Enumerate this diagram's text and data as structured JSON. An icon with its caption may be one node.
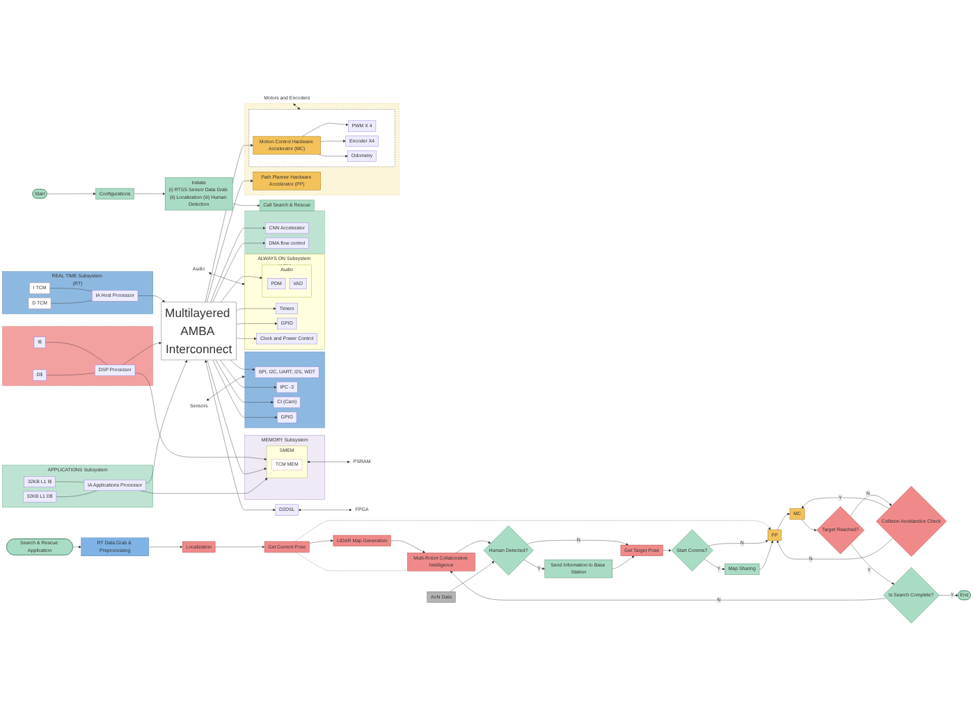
{
  "diagram": {
    "nodes": [
      {
        "text": [],
        "shape": "box"
      },
      {
        "text": [
          "SPI, I2C, UART, I2S, WDT"
        ],
        "in": 0
      },
      {
        "text": [
          "IPC -3"
        ],
        "in": 0
      },
      {
        "text": [
          "CI (Cam)"
        ],
        "in": 0
      },
      {
        "text": [
          "GPIO"
        ],
        "in": 0
      },
      {
        "text": [
          "Sensors"
        ]
      },
      {
        "text": [
          "ALWAYS ON Subsystem (AON)"
        ]
      },
      {
        "text": [
          "Timers"
        ],
        "in": 6
      },
      {
        "text": [
          "GPIO"
        ],
        "in": 6
      },
      {
        "text": [
          "Clock and Power Control"
        ],
        "in": 6
      },
      {
        "text": [
          "Audio"
        ],
        "in": 6
      },
      {
        "text": [
          "PDM"
        ],
        "in": 10
      },
      {
        "text": [
          "VAD"
        ],
        "in": 10
      },
      {
        "text": [
          "Audio"
        ]
      },
      {
        "text": [],
        "shape": "box"
      },
      {
        "text": [
          "Path Planner Hardware Accelerator (PP)"
        ],
        "in": 14
      },
      {
        "text": [],
        "shape": "box",
        "in": 14
      },
      {
        "text": [
          "PWM X 4"
        ],
        "in": 16
      },
      {
        "text": [
          "Encoder X4"
        ],
        "in": 16
      },
      {
        "text": [
          "Odometry"
        ],
        "in": 16
      },
      {
        "text": [
          "Motion Control Hardware Accelerator (MC)"
        ],
        "in": 16
      },
      {
        "text": [
          "Motors and Encoders"
        ]
      },
      {
        "text": [],
        "shape": "box"
      },
      {
        "text": [
          "CNN Accelerator"
        ],
        "in": 22
      },
      {
        "text": [
          "DMA flow control"
        ],
        "in": 22
      },
      {
        "text": [
          "Multilayered AMBA Interconnect"
        ]
      },
      {
        "text": [
          "REAL TIME Subsystem (RT)"
        ]
      },
      {
        "text": [
          "I TCM"
        ],
        "in": 26
      },
      {
        "text": [
          "D TCM"
        ],
        "in": 26
      },
      {
        "text": [
          "IA Host Processor"
        ],
        "in": 26
      },
      {
        "text": [],
        "shape": "box"
      },
      {
        "text": [
          "I$"
        ],
        "in": 30
      },
      {
        "text": [
          "D$"
        ],
        "in": 30
      },
      {
        "text": [
          "DSP Processor"
        ],
        "in": 30
      },
      {
        "text": [
          "MEMORY Subsystem"
        ]
      },
      {
        "text": [
          "SMEM"
        ],
        "in": 34
      },
      {
        "text": [
          "TCM MEM"
        ],
        "in": 35
      },
      {
        "text": [
          "PSRAM"
        ]
      },
      {
        "text": [
          "APPLICATIONS Subsystem"
        ]
      },
      {
        "text": [
          "32KB L1 I$"
        ],
        "in": 38
      },
      {
        "text": [
          "32KB L1 D$"
        ],
        "in": 38
      },
      {
        "text": [
          "IA Applications Processor"
        ],
        "in": 38
      },
      {
        "text": [
          "D2DSL"
        ]
      },
      {
        "text": [
          "FPGA"
        ]
      },
      {
        "text": [
          "Start"
        ]
      },
      {
        "text": [
          "Configurations"
        ]
      },
      {
        "text": [
          "Initiate",
          "(i) RTSS Sensor Data Grab (ii) Localization (iii) Human Detection"
        ]
      },
      {
        "text": [
          "Call Search & Rescue"
        ]
      },
      {
        "text": [
          "Search & Rescue Application"
        ]
      },
      {
        "text": [
          "RT Data Grab & Preprocessing"
        ]
      },
      {
        "text": [
          "Localization"
        ]
      },
      {
        "text": [
          "Get Current Pose"
        ]
      },
      {
        "text": [
          "LIDAR Map Generation"
        ]
      },
      {
        "text": [
          "Multi-Robot Collaborative Intelligence"
        ]
      },
      {
        "text": [
          "AoN Data"
        ]
      },
      {
        "text": [
          "Human Detected?"
        ]
      },
      {
        "text": [
          "Send Information to Base Station"
        ]
      },
      {
        "text": [
          "Get Target Pose"
        ]
      },
      {
        "text": [
          "Start Comms?"
        ]
      },
      {
        "text": [
          "Map Sharing"
        ]
      },
      {
        "text": [
          "PP"
        ]
      },
      {
        "text": [
          "MC"
        ]
      },
      {
        "text": [
          "Target Reached?"
        ]
      },
      {
        "text": [
          "Collision Avoidandce Check"
        ]
      },
      {
        "text": [
          "Is Search Complete?"
        ]
      },
      {
        "text": [
          "End"
        ]
      }
    ],
    "edges": [
      {
        "from": 25,
        "to": 1,
        "arrow": "to"
      },
      {
        "from": 25,
        "to": 2,
        "arrow": "to"
      },
      {
        "from": 25,
        "to": 3,
        "arrow": "to"
      },
      {
        "from": 25,
        "to": 4,
        "arrow": "to"
      },
      {
        "from": 5,
        "to": 0,
        "arrow": "both"
      },
      {
        "from": 25,
        "to": 7,
        "arrow": "to"
      },
      {
        "from": 25,
        "to": 8,
        "arrow": "to"
      },
      {
        "from": 25,
        "to": 9,
        "arrow": "to"
      },
      {
        "from": 25,
        "to": 10,
        "arrow": "to"
      },
      {
        "from": 13,
        "to": 6,
        "arrow": "both"
      },
      {
        "from": 25,
        "to": 15,
        "arrow": "to"
      },
      {
        "from": 25,
        "to": 20,
        "arrow": "to"
      },
      {
        "from": 20,
        "to": 17,
        "arrow": "to"
      },
      {
        "from": 20,
        "to": 18,
        "arrow": "to"
      },
      {
        "from": 20,
        "to": 19,
        "arrow": "to"
      },
      {
        "from": 21,
        "to": 16,
        "arrow": "both"
      },
      {
        "from": 25,
        "to": 23,
        "arrow": "to"
      },
      {
        "from": 25,
        "to": 24,
        "arrow": "to"
      },
      {
        "from": 27,
        "to": 29,
        "arrow": "none"
      },
      {
        "from": 28,
        "to": 29,
        "arrow": "none"
      },
      {
        "from": 29,
        "to": 25,
        "arrow": "to"
      },
      {
        "from": 31,
        "to": 33,
        "arrow": "none"
      },
      {
        "from": 32,
        "to": 33,
        "arrow": "none"
      },
      {
        "from": 33,
        "to": 25,
        "arrow": "to"
      },
      {
        "from": 33,
        "to": 35,
        "arrow": "to"
      },
      {
        "from": 25,
        "to": 35,
        "arrow": "to"
      },
      {
        "from": 35,
        "to": 37,
        "arrow": "both"
      },
      {
        "from": 39,
        "to": 41,
        "arrow": "none"
      },
      {
        "from": 40,
        "to": 41,
        "arrow": "none"
      },
      {
        "from": 41,
        "to": 35,
        "arrow": "to"
      },
      {
        "from": 41,
        "to": 25,
        "arrow": "to"
      },
      {
        "from": 25,
        "to": 42,
        "arrow": "both"
      },
      {
        "from": 42,
        "to": 43,
        "arrow": "both"
      },
      {
        "from": 44,
        "to": 45,
        "arrow": "to"
      },
      {
        "from": 45,
        "to": 46,
        "arrow": "to"
      },
      {
        "from": 46,
        "to": 47,
        "arrow": "to"
      },
      {
        "from": 48,
        "to": 49,
        "arrow": "to"
      },
      {
        "from": 49,
        "to": 50,
        "arrow": "to"
      },
      {
        "from": 50,
        "to": 51,
        "arrow": "to"
      },
      {
        "from": 51,
        "to": 52,
        "arrow": "to"
      },
      {
        "from": 52,
        "to": 53,
        "arrow": "to"
      },
      {
        "from": 51,
        "to": 53,
        "arrow": "none",
        "style": "dashed"
      },
      {
        "from": 51,
        "to": 60,
        "arrow": "to",
        "style": "dashed"
      },
      {
        "from": 53,
        "to": 55,
        "arrow": "to"
      },
      {
        "from": 54,
        "to": 55,
        "arrow": "to"
      },
      {
        "from": 55,
        "to": 56,
        "arrow": "to",
        "label": "Y"
      },
      {
        "from": 55,
        "to": 57,
        "arrow": "to",
        "label": "N"
      },
      {
        "from": 56,
        "to": 57,
        "arrow": "to"
      },
      {
        "from": 57,
        "to": 58,
        "arrow": "to"
      },
      {
        "from": 58,
        "to": 59,
        "arrow": "to",
        "label": "Y"
      },
      {
        "from": 58,
        "to": 60,
        "arrow": "to",
        "label": "N"
      },
      {
        "from": 59,
        "to": 60,
        "arrow": "to"
      },
      {
        "from": 60,
        "to": 61,
        "arrow": "to"
      },
      {
        "from": 61,
        "to": 62,
        "arrow": "to"
      },
      {
        "from": 62,
        "to": 63,
        "arrow": "to",
        "label": "N"
      },
      {
        "from": 63,
        "to": 61,
        "arrow": "to",
        "label": "Y"
      },
      {
        "from": 63,
        "to": 60,
        "arrow": "to",
        "label": "N"
      },
      {
        "from": 62,
        "to": 64,
        "arrow": "to",
        "label": "Y"
      },
      {
        "from": 64,
        "to": 65,
        "arrow": "to",
        "label": "Y"
      },
      {
        "from": 64,
        "to": 53,
        "arrow": "to",
        "label": "N"
      }
    ]
  }
}
